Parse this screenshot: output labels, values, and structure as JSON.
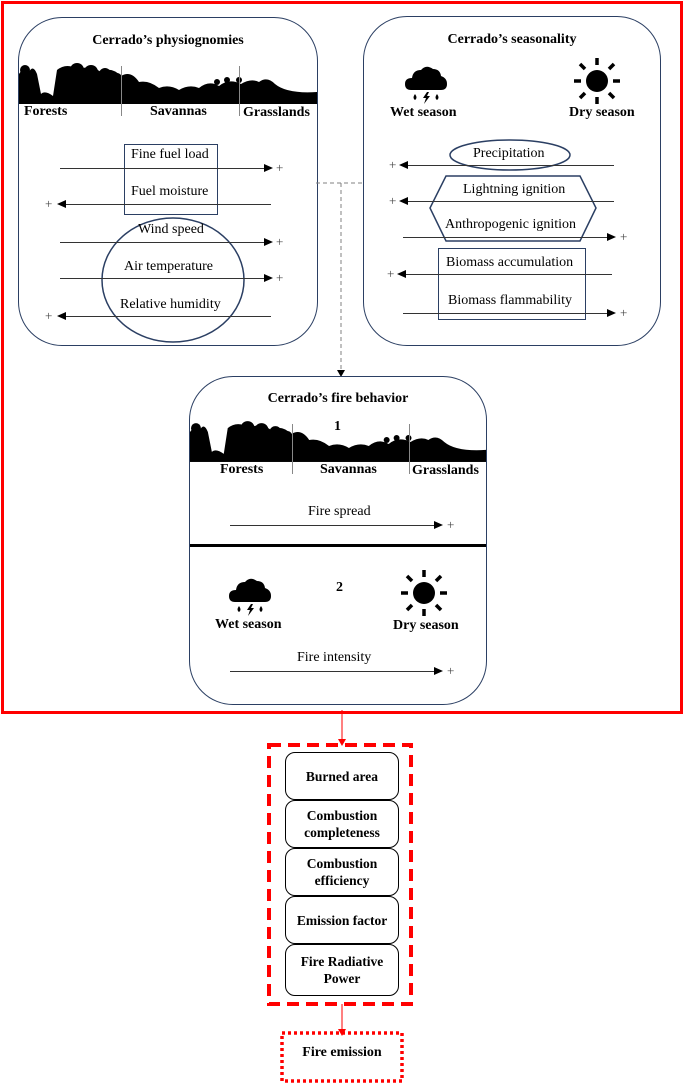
{
  "physiognomies": {
    "title": "Cerrado’s physiognomies",
    "zones": [
      "Forests",
      "Savannas",
      "Grasslands"
    ],
    "variables": [
      {
        "label": "Fine fuel load",
        "direction": "right",
        "sign": "+"
      },
      {
        "label": "Fuel moisture",
        "direction": "left",
        "sign": "+"
      },
      {
        "label": "Wind speed",
        "direction": "right",
        "sign": "+"
      },
      {
        "label": "Air temperature",
        "direction": "right",
        "sign": "+"
      },
      {
        "label": "Relative humidity",
        "direction": "left",
        "sign": "+"
      }
    ]
  },
  "seasonality": {
    "title": "Cerrado’s seasonality",
    "wet_label": "Wet season",
    "dry_label": "Dry season",
    "wet_icon": "storm-cloud-icon",
    "dry_icon": "sun-icon",
    "variables": [
      {
        "label": "Precipitation",
        "direction": "left",
        "sign": "+"
      },
      {
        "label": "Lightning ignition",
        "direction": "left",
        "sign": "+"
      },
      {
        "label": "Anthropogenic ignition",
        "direction": "right",
        "sign": "+"
      },
      {
        "label": "Biomass accumulation",
        "direction": "left",
        "sign": "+"
      },
      {
        "label": "Biomass flammability",
        "direction": "right",
        "sign": "+"
      }
    ]
  },
  "fire_behavior": {
    "title": "Cerrado’s fire behavior",
    "section1_number": "1",
    "zones": [
      "Forests",
      "Savannas",
      "Grasslands"
    ],
    "spread_label": "Fire spread",
    "spread_sign": "+",
    "section2_number": "2",
    "wet_label": "Wet season",
    "dry_label": "Dry season",
    "intensity_label": "Fire intensity",
    "intensity_sign": "+"
  },
  "metrics": {
    "items": [
      "Burned area",
      "Combustion completeness",
      "Combustion efficiency",
      "Emission factor",
      "Fire Radiative Power"
    ]
  },
  "output": {
    "label": "Fire emission"
  },
  "colors": {
    "frame_red": "#ff0000",
    "panel_navy": "#2b3f63",
    "connector_gray": "#808080"
  }
}
